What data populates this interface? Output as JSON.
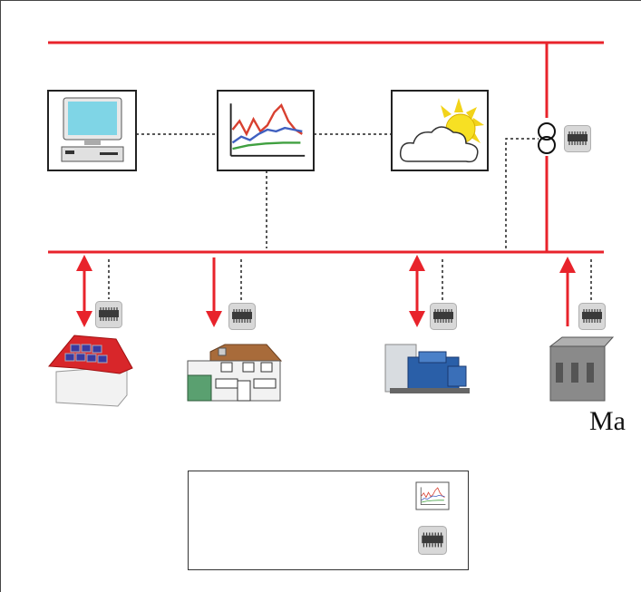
{
  "diagram": {
    "partial_label": "Ma",
    "colors": {
      "power_line": "#e8232b",
      "comm_line": "#222222",
      "frame": "#222222",
      "chip_bg": "#d6d6d6"
    },
    "nodes": [
      {
        "id": "computer",
        "icon": "computer-icon"
      },
      {
        "id": "forecast-chart",
        "icon": "chart-icon"
      },
      {
        "id": "weather",
        "icon": "sun-cloud-icon"
      },
      {
        "id": "transformer",
        "icon": "transformer-icon"
      },
      {
        "id": "solar-house",
        "icon": "solar-roof-house-icon"
      },
      {
        "id": "residential-house",
        "icon": "house-icon"
      },
      {
        "id": "generator",
        "icon": "generator-icon"
      },
      {
        "id": "storage",
        "icon": "storage-cabinet-icon"
      }
    ],
    "legend": {
      "items": [
        {
          "icon": "chart-icon"
        },
        {
          "icon": "chip-icon"
        }
      ]
    }
  }
}
